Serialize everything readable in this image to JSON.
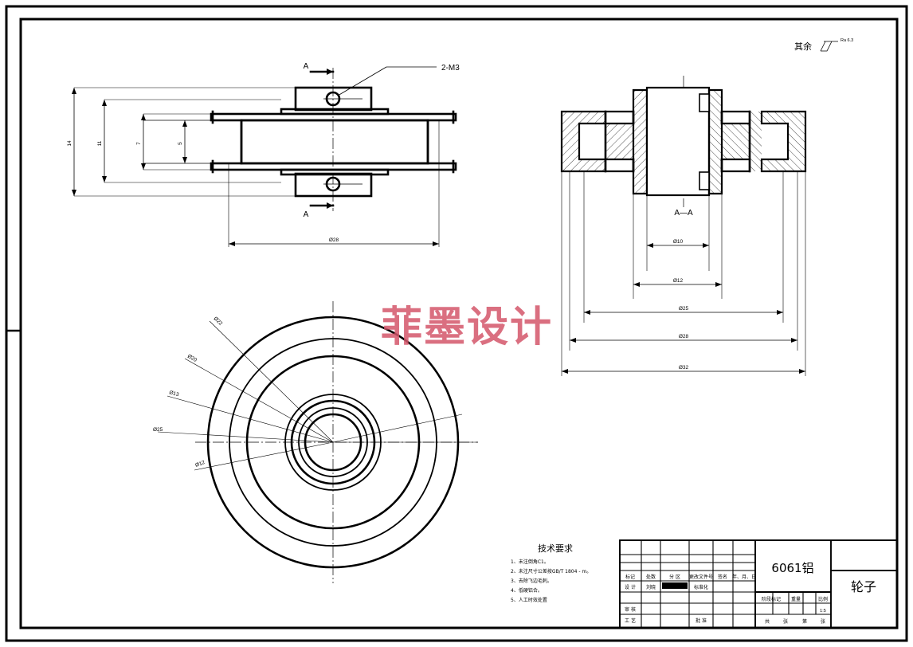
{
  "sheet": {
    "watermark": "菲墨设计",
    "surface_note_label": "其余",
    "surface_note_value": "Ra 6.3"
  },
  "front_view": {
    "section_mark_top": "A",
    "section_mark_bottom": "A",
    "thread_callout": "2-M3",
    "dims": {
      "d14": "14",
      "d11": "11",
      "d7": "7",
      "d5": "5",
      "d28": "Ø28"
    }
  },
  "section_view": {
    "title": "A—A",
    "dims": {
      "d10": "Ø10",
      "d12": "Ø12",
      "d25": "Ø25",
      "d28": "Ø28",
      "d32": "Ø32"
    }
  },
  "plan_view": {
    "radial_labels": [
      "Ø22",
      "Ø20",
      "Ø13",
      "Ø25",
      "Ø12"
    ]
  },
  "tech_req": {
    "title": "技术要求",
    "items": [
      "1、未注倒角C1。",
      "2、未注尺寸公差按GB/T 1804 - m。",
      "3、去除飞边毛刺。",
      "4、低硬铝合。",
      "5、人工时效处置"
    ]
  },
  "title_block": {
    "material": "6061铝",
    "part_name": "轮子",
    "scale_value": "1:5",
    "rev_headers": [
      "标记",
      "处数",
      "分 区",
      "更改文件号",
      "签名",
      "年、月、日"
    ],
    "row_design_label": "设 计",
    "row_design_name": "刘晓",
    "row_std": "标准化",
    "row_approve": "审 核",
    "row_process": "工 艺",
    "row_approve2": "批 准",
    "stage_headers": [
      "阶段标记",
      "重量",
      "比例"
    ],
    "sheet_row": [
      "共",
      "张",
      "第",
      "张"
    ]
  }
}
